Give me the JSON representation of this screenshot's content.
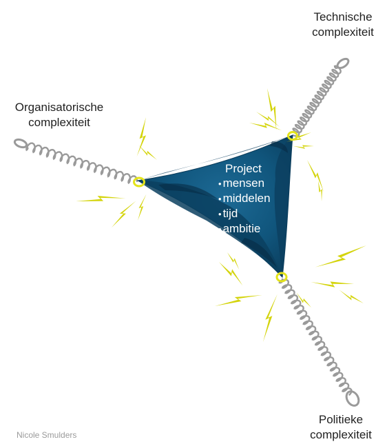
{
  "labels": {
    "technical": [
      "Technische",
      "complexiteit"
    ],
    "organisational": [
      "Organisatorische",
      "complexiteit"
    ],
    "political": [
      "Politieke",
      "complexiteit"
    ]
  },
  "project": {
    "title": "Project",
    "items": [
      "mensen",
      "middelen",
      "tijd",
      "ambitie"
    ]
  },
  "credit": "Nicole Smulders",
  "colors": {
    "sail_dark": "#0b3f5f",
    "sail_mid": "#10557c",
    "sail_light": "#1f6d99",
    "spring": "#9a9a9a",
    "lightning": "#d4d40c",
    "ring": "#e3e31a"
  },
  "icons": [
    "spring-icon",
    "lightning-icon",
    "eyelet-icon"
  ]
}
